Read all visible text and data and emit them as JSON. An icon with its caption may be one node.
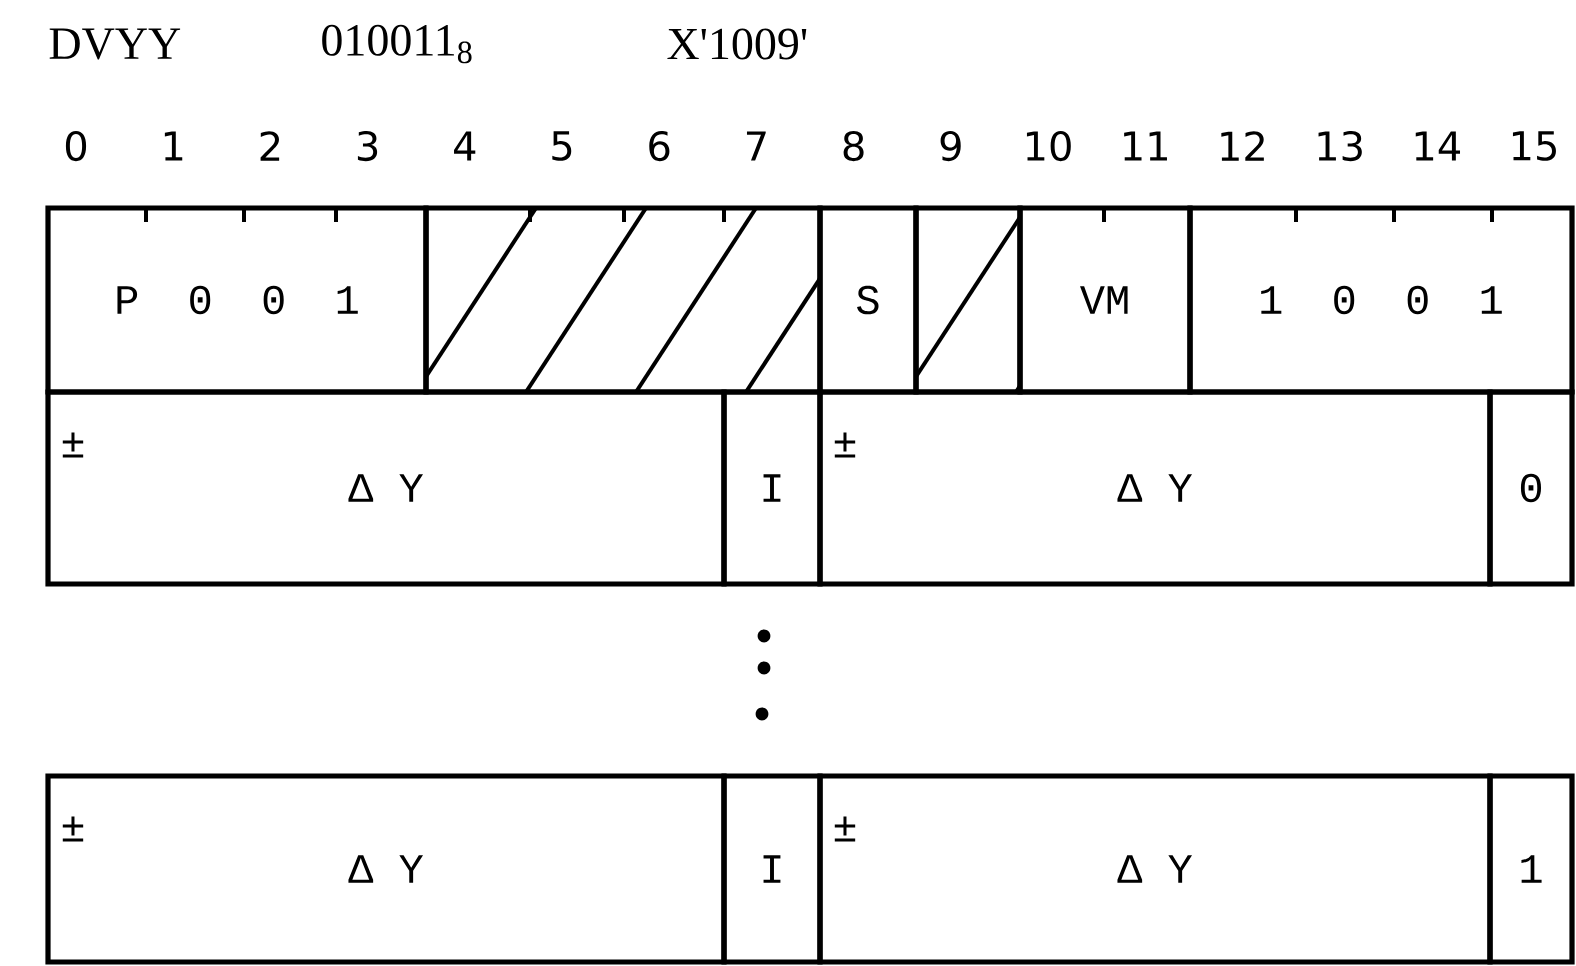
{
  "diagram": {
    "nodes": [
      {
        "text": [
          "P 0 0 1"
        ]
      },
      {
        "text": [],
        "shape": "box"
      },
      {
        "text": [
          "S"
        ]
      },
      {
        "text": [],
        "shape": "box"
      },
      {
        "text": [
          "VM"
        ]
      },
      {
        "text": [
          "1 0 0 1"
        ]
      },
      {
        "text": [
          "±",
          "Δ Y"
        ]
      },
      {
        "text": [
          "I"
        ]
      },
      {
        "text": [
          "±",
          "Δ Y"
        ]
      },
      {
        "text": [
          "0"
        ]
      },
      {
        "text": [
          "±",
          "Δ Y"
        ]
      },
      {
        "text": [
          "I"
        ]
      },
      {
        "text": [
          "±",
          "Δ Y"
        ]
      },
      {
        "text": [
          "1"
        ]
      }
    ],
    "edges": [],
    "labels": [
      "DVYY",
      "010011$_{8}$",
      "X'1009'",
      "0",
      "1",
      "2",
      "3",
      "4",
      "5",
      "6",
      "7",
      "8",
      "9",
      "10",
      "11",
      "12",
      "13",
      "14",
      "15"
    ]
  }
}
